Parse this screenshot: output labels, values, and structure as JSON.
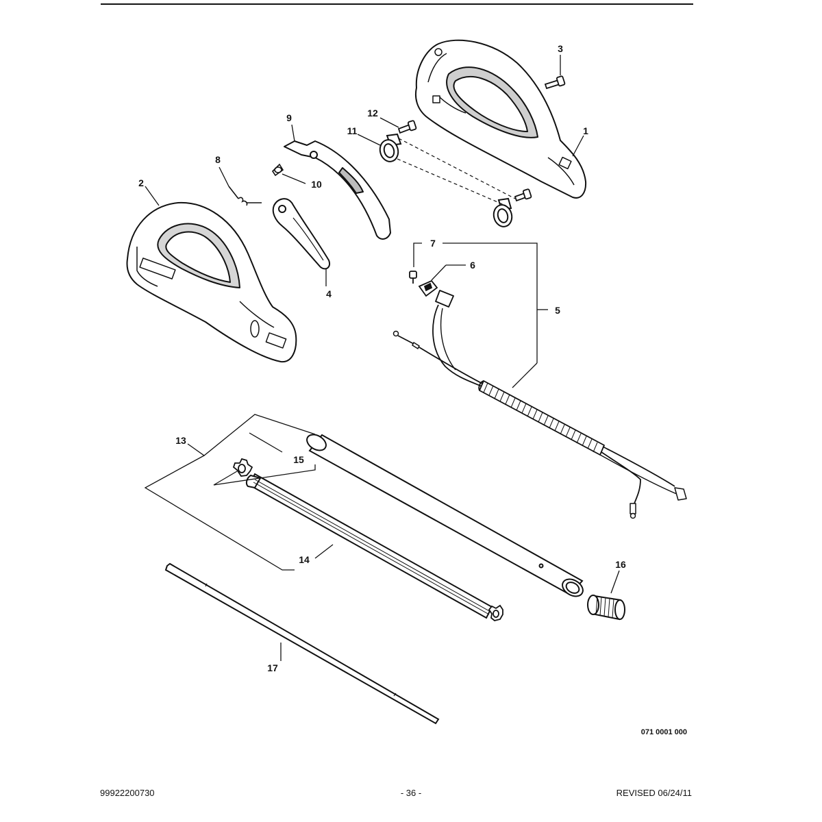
{
  "drawing_number": "071 0001 000",
  "footer": {
    "part_number": "99922200730",
    "page": "- 36 -",
    "revision": "REVISED 06/24/11"
  },
  "callouts": {
    "c1": "1",
    "c2": "2",
    "c3": "3",
    "c4": "4",
    "c5": "5",
    "c6": "6",
    "c7": "7",
    "c8": "8",
    "c9": "9",
    "c10": "10",
    "c11": "11",
    "c12": "12",
    "c13": "13",
    "c14": "14",
    "c15": "15",
    "c16": "16",
    "c17": "17"
  },
  "colors": {
    "ink": "#111111",
    "part_fill": "#ffffff",
    "shade": "#bdbdbd"
  }
}
